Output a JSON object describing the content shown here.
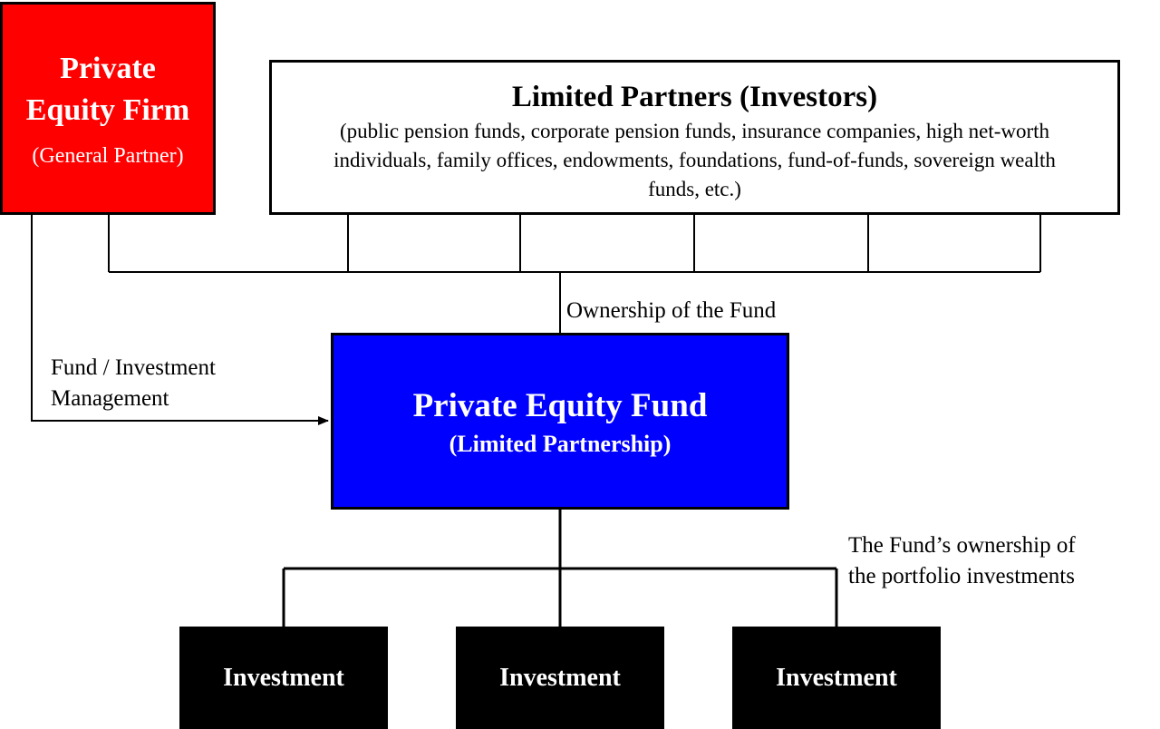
{
  "colors": {
    "firm_fill": "#ff0000",
    "fund_fill": "#0000ff",
    "investment_fill": "#000000",
    "investors_fill": "#ffffff"
  },
  "firm": {
    "title_line1": "Private",
    "title_line2": "Equity Firm",
    "subtitle": "(General Partner)"
  },
  "investors": {
    "title": "Limited Partners (Investors)",
    "description": "(public pension funds, corporate pension funds, insurance companies, high net-worth individuals, family offices, endowments, foundations, fund-of-funds, sovereign wealth funds, etc.)"
  },
  "fund": {
    "title": "Private Equity Fund",
    "subtitle": "(Limited Partnership)"
  },
  "investments": [
    "Investment",
    "Investment",
    "Investment"
  ],
  "labels": {
    "ownership": "Ownership of the Fund",
    "management_line1": "Fund / Investment",
    "management_line2": "Management",
    "portfolio_line1": "The Fund’s ownership of",
    "portfolio_line2": "the portfolio investments"
  }
}
